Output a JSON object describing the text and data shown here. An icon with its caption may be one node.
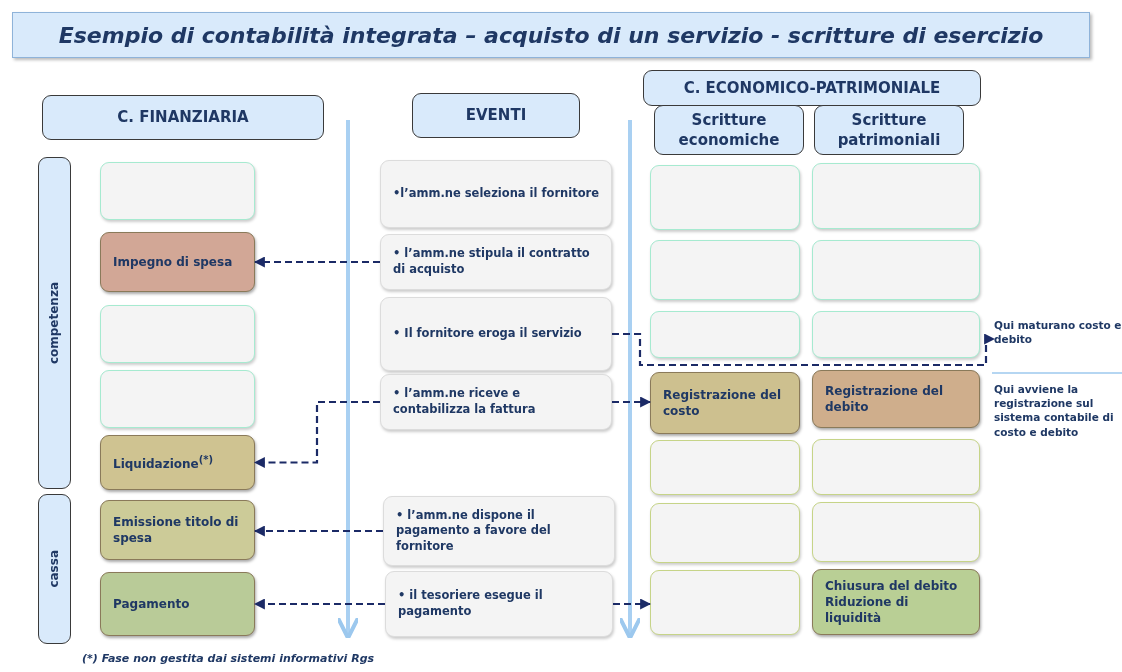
{
  "diagram": {
    "title": "Esempio di contabilità integrata – acquisto di un servizio - scritture di esercizio",
    "caption": "(*) Fase non gestita dai sistemi informativi Rgs",
    "nodes": [
      {
        "text": [
          "C. FINANZIARIA"
        ]
      },
      {
        "text": [
          "EVENTI"
        ]
      },
      {
        "text": [
          "C. ECONOMICO-PATRIMONIALE"
        ]
      },
      {
        "text": [
          "Scritture economiche"
        ]
      },
      {
        "text": [
          "Scritture patrimoniali"
        ]
      },
      {
        "text": [
          "competenza"
        ]
      },
      {
        "text": [
          "cassa"
        ]
      },
      {
        "text": [],
        "shape": "box"
      },
      {
        "text": [
          "Impegno di spesa"
        ]
      },
      {
        "text": [],
        "shape": "box"
      },
      {
        "text": [],
        "shape": "box"
      },
      {
        "text": [
          "Liquidazione$^{(*)}$"
        ]
      },
      {
        "text": [
          "Emissione titolo di spesa"
        ]
      },
      {
        "text": [
          "Pagamento"
        ]
      },
      {
        "text": [
          "•l’amm.ne seleziona il fornitore"
        ]
      },
      {
        "text": [
          "• l’amm.ne stipula il contratto di acquisto"
        ]
      },
      {
        "text": [
          "• Il fornitore eroga il servizio"
        ]
      },
      {
        "text": [
          "• l’amm.ne riceve e contabilizza la fattura"
        ]
      },
      {
        "text": [
          "• l’amm.ne dispone il pagamento a favore del fornitore"
        ]
      },
      {
        "text": [
          "• il tesoriere esegue il pagamento"
        ]
      },
      {
        "text": [],
        "shape": "box"
      },
      {
        "text": [],
        "shape": "box"
      },
      {
        "text": [],
        "shape": "box"
      },
      {
        "text": [
          "Registrazione del costo"
        ]
      },
      {
        "text": [],
        "shape": "box"
      },
      {
        "text": [],
        "shape": "box"
      },
      {
        "text": [],
        "shape": "box"
      },
      {
        "text": [],
        "shape": "box"
      },
      {
        "text": [],
        "shape": "box"
      },
      {
        "text": [],
        "shape": "box"
      },
      {
        "text": [
          "Registrazione del debito"
        ]
      },
      {
        "text": [],
        "shape": "box"
      },
      {
        "text": [],
        "shape": "box"
      },
      {
        "text": [
          "Chiusura del debito",
          "Riduzione di liquidità"
        ]
      },
      {
        "text": [
          "Qui maturano costo e debito"
        ]
      }
    ],
    "edges": [
      {
        "from": 15,
        "to": 8,
        "arrow": "to",
        "style": "dashed"
      },
      {
        "from": 16,
        "to": 34,
        "arrow": "to",
        "style": "dashed"
      },
      {
        "from": 17,
        "to": 11,
        "arrow": "to",
        "style": "dashed"
      },
      {
        "from": 17,
        "to": 23,
        "arrow": "to",
        "style": "dashed"
      },
      {
        "from": 18,
        "to": 12,
        "arrow": "to",
        "style": "dashed"
      },
      {
        "from": 19,
        "to": 13,
        "arrow": "to",
        "style": "dashed"
      },
      {
        "from": 19,
        "to": 26,
        "arrow": "to",
        "style": "dashed"
      }
    ],
    "labels": [
      "Qui avviene la registrazione sul sistema contabile di costo e debito"
    ]
  }
}
